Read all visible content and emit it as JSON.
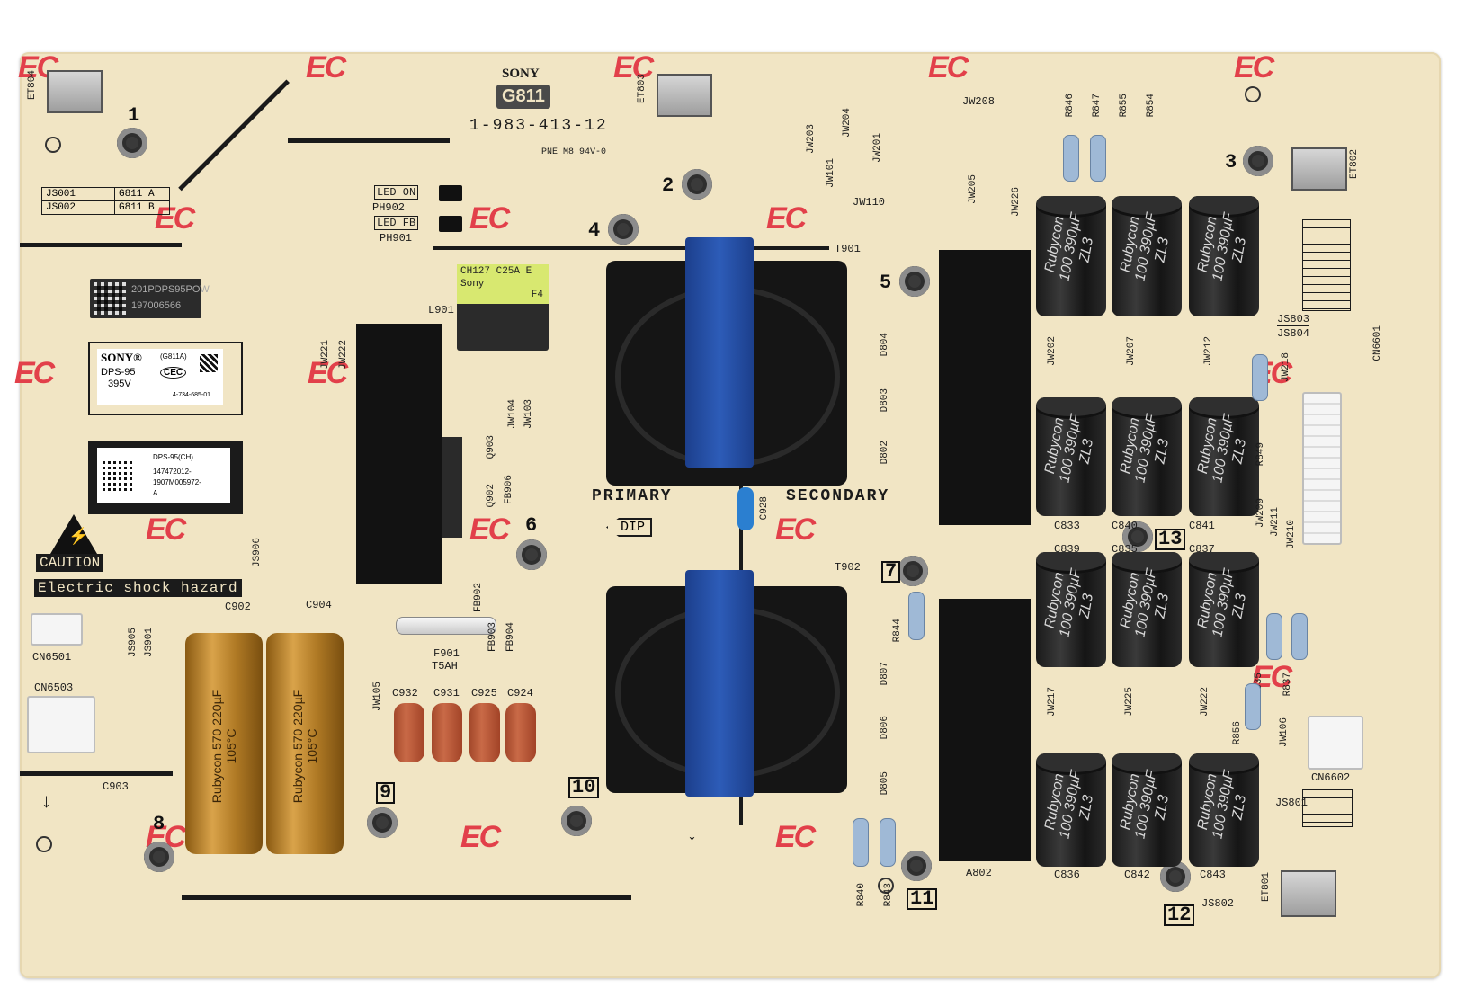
{
  "board": {
    "brand": "SONY",
    "model_code": "G811",
    "part_number": "1-983-413-12",
    "material_marking": "PNE M8 94V-0"
  },
  "sticker_top": {
    "line1": "201PDPS95POW",
    "line2": "197006566"
  },
  "label_sony": {
    "brand": "SONY®",
    "code": "(G811A)",
    "model": "DPS-95",
    "voltage": "395V",
    "cert": "CEC",
    "part": "4-734-685-01"
  },
  "label_barcode": {
    "line1": "DPS-95(CH)",
    "line2": "147472012-",
    "line3": "1907M005972-",
    "line4": "A"
  },
  "warning": {
    "caution": "CAUTION",
    "hazard": "Electric shock hazard"
  },
  "sections": {
    "primary": "PRIMARY",
    "secondary": "SECONDARY",
    "dip": "DIP"
  },
  "jumper_table": [
    {
      "name": "JS001",
      "value": "G811 A"
    },
    {
      "name": "JS002",
      "value": "G811 B"
    }
  ],
  "leds": {
    "led_on": "LED ON",
    "ph902": "PH902",
    "led_fb": "LED FB",
    "ph901": "PH901"
  },
  "inductor": {
    "line1": "CH127 C25A E",
    "line2": "Sony",
    "line3": "F4",
    "ref": "L901"
  },
  "fuse": {
    "ref": "F901",
    "rating": "T5AH"
  },
  "ec_mark": "EC",
  "mount_numbers": [
    "1",
    "2",
    "3",
    "4",
    "5",
    "6",
    "7",
    "8",
    "9",
    "10",
    "11",
    "12",
    "13"
  ],
  "refs": {
    "et804": "ET804",
    "et803": "ET803",
    "et802": "ET802",
    "et801": "ET801",
    "t901": "T901",
    "t902": "T902",
    "jw208": "JW208",
    "jw203": "JW203",
    "jw204": "JW204",
    "jw201": "JW201",
    "jw101": "JW101",
    "jw110": "JW110",
    "jw205": "JW205",
    "jw226": "JW226",
    "r846": "R846",
    "r847": "R847",
    "r855": "R855",
    "r854": "R854",
    "js803": "JS803",
    "js804": "JS804",
    "cn6601": "CN6601",
    "jw218": "JW218",
    "d804": "D804",
    "d803": "D803",
    "d802": "D802",
    "d807": "D807",
    "d806": "D806",
    "d805": "D805",
    "c833": "C833",
    "c840": "C840",
    "c841": "C841",
    "c839": "C839",
    "c835": "C835",
    "c837": "C837",
    "c836": "C836",
    "c842": "C842",
    "c843": "C843",
    "r849": "R849",
    "r844": "R844",
    "r856": "R856",
    "r837": "R837",
    "r835": "R835",
    "jw211": "JW211",
    "jw210": "JW210",
    "jw209": "JW209",
    "jw106": "JW106",
    "cn6602": "CN6602",
    "js801": "JS801",
    "js802": "JS802",
    "a802": "A802",
    "r840": "R840",
    "r843": "R843",
    "c928": "C928",
    "c932": "C932",
    "c931": "C931",
    "c925": "C925",
    "c924": "C924",
    "c902": "C902",
    "c904": "C904",
    "c903": "C903",
    "js906": "JS906",
    "js905": "JS905",
    "js901": "JS901",
    "jw105": "JW105",
    "cn6501": "CN6501",
    "cn6503": "CN6503",
    "jw104": "JW104",
    "jw103": "JW103",
    "q903": "Q903",
    "q902": "Q902",
    "fb906": "FB906",
    "fb902": "FB902",
    "fb903": "FB903",
    "fb904": "FB904",
    "jw221": "JW221",
    "jw222": "JW222",
    "jw202": "JW202",
    "jw207": "JW207",
    "jw212": "JW212",
    "jw217": "JW217",
    "jw225": "JW225",
    "jw222b": "JW222"
  },
  "cap_black_label": "Rubycon 100 390µF ZL3",
  "cap_gold_label": "Rubycon 570 220µF 105°C",
  "colors": {
    "pcb": "#f1e5c4",
    "silkscreen": "#1b1b1b",
    "ec_mark": "#e2404a",
    "transformer_tape": "#2d5cb8",
    "electrolytic_gold": "#c38c33"
  }
}
